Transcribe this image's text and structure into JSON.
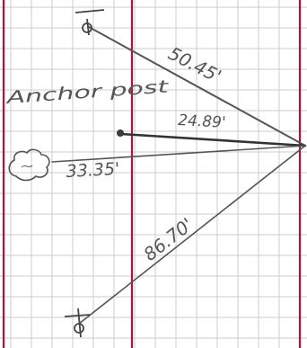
{
  "labels": {
    "anchor_post": "Anchor post",
    "dist_top": "50.45'",
    "dist_anchor": "24.89'",
    "dist_mid": "33.35'",
    "dist_bottom": "86.70'"
  },
  "colors": {
    "paper": "#ffffff",
    "grid": "#c9ced6",
    "margin_line": "#b0123a",
    "pencil": "#555555",
    "pencil_dark": "#333333"
  },
  "icons": [
    "utility-pole-symbol",
    "anchor-post-dot",
    "tree-bush-symbol"
  ]
}
